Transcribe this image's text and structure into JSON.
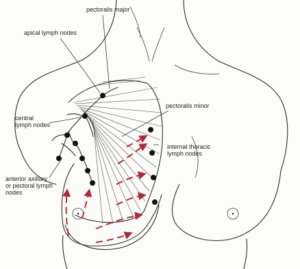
{
  "labels": {
    "pectoralis_major": "pectoralis major",
    "apical_nodes": "apical lymph nodes",
    "pectoralis_minor": "pectoralis minor",
    "central_nodes": "central\nlymph nodes",
    "internal_thoracic": "internal thoracic\nlymph nodes",
    "anterior_axillary": "anterior axillary\nor pectoral lymph\nnodes"
  },
  "colors": {
    "arrow": "#b0283a",
    "line": "#2b2b2b",
    "node": "#111111"
  }
}
